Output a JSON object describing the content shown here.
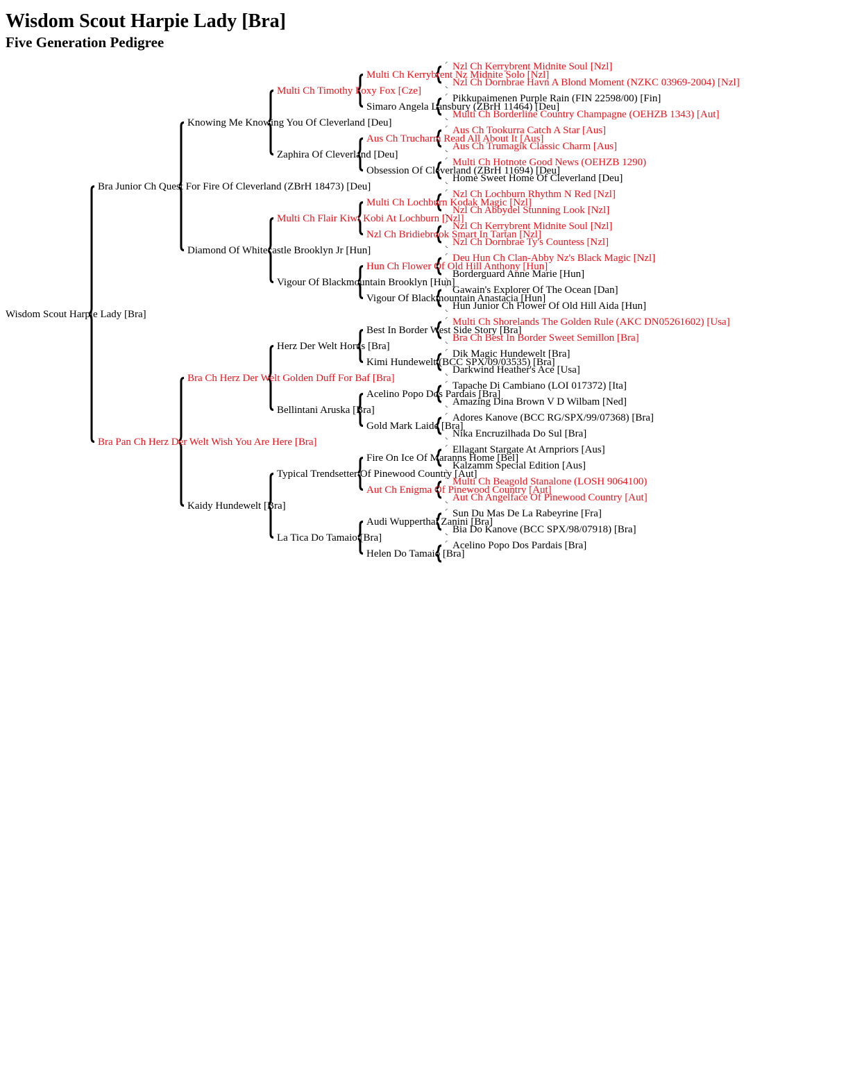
{
  "title": "Wisdom Scout Harpie Lady [Bra]",
  "subtitle": "Five Generation Pedigree",
  "colors": {
    "champion": "#e8141c",
    "normal": "#000000"
  },
  "pedigree": {
    "name": "Wisdom Scout Harpie Lady [Bra]",
    "champion": false,
    "sire": {
      "name": "Bra Junior Ch Quest For Fire Of Cleverland (ZBrH 18473) [Deu]",
      "champion": false,
      "sire": {
        "name": "Knowing Me Knowing You Of Cleverland [Deu]",
        "champion": false,
        "sire": {
          "name": "Multi Ch Timothy Foxy Fox [Cze]",
          "champion": true,
          "sire": {
            "name": "Multi Ch Kerrybrent Nz Midnite Solo [Nzl]",
            "champion": true,
            "sire": {
              "name": "Nzl Ch Kerrybrent Midnite Soul [Nzl]",
              "champion": true
            },
            "dam": {
              "name": "Nzl Ch Dornbrae Havn A Blond Moment (NZKC 03969-2004) [Nzl]",
              "champion": true
            }
          },
          "dam": {
            "name": "Simaro Angela Lansbury (ZBrH 11464) [Deu]",
            "champion": false,
            "sire": {
              "name": "Pikkupaimenen Purple Rain (FIN 22598/00) [Fin]",
              "champion": false
            },
            "dam": {
              "name": "Multi Ch Borderline Country Champagne (OEHZB 1343) [Aut]",
              "champion": true
            }
          }
        },
        "dam": {
          "name": "Zaphira Of Cleverland [Deu]",
          "champion": false,
          "sire": {
            "name": "Aus Ch Trucharm Read All About It [Aus]",
            "champion": true,
            "sire": {
              "name": "Aus Ch Tookurra Catch A Star [Aus]",
              "champion": true
            },
            "dam": {
              "name": "Aus Ch Trumagik Classic Charm [Aus]",
              "champion": true
            }
          },
          "dam": {
            "name": "Obsession Of Cleverland (ZBrH 11694) [Deu]",
            "champion": false,
            "sire": {
              "name": "Multi Ch Hotnote Good News (OEHZB 1290)",
              "champion": true
            },
            "dam": {
              "name": "Home Sweet Home Of Cleverland [Deu]",
              "champion": false
            }
          }
        }
      },
      "dam": {
        "name": "Diamond Of Whitecastle Brooklyn Jr [Hun]",
        "champion": false,
        "sire": {
          "name": "Multi Ch Flair Kiwi Kobi At Lochburn [Nzl]",
          "champion": true,
          "sire": {
            "name": "Multi Ch Lochburn Kodak Magic [Nzl]",
            "champion": true,
            "sire": {
              "name": "Nzl Ch Lochburn Rhythm N Red [Nzl]",
              "champion": true
            },
            "dam": {
              "name": "Nzl Ch Abbydel Stunning Look [Nzl]",
              "champion": true
            }
          },
          "dam": {
            "name": "Nzl Ch Bridiebrook Smart In Tartan [Nzl]",
            "champion": true,
            "sire": {
              "name": "Nzl Ch Kerrybrent Midnite Soul [Nzl]",
              "champion": true
            },
            "dam": {
              "name": "Nzl Ch Dornbrae Ty's Countess [Nzl]",
              "champion": true
            }
          }
        },
        "dam": {
          "name": "Vigour Of Blackmountain Brooklyn [Hun]",
          "champion": false,
          "sire": {
            "name": "Hun Ch Flower Of Old Hill Anthony [Hun]",
            "champion": true,
            "sire": {
              "name": "Deu Hun Ch Clan-Abby Nz's Black Magic [Nzl]",
              "champion": true
            },
            "dam": {
              "name": "Borderguard Anne Marie [Hun]",
              "champion": false
            }
          },
          "dam": {
            "name": "Vigour Of Blackmountain Anastacia [Hun]",
            "champion": false,
            "sire": {
              "name": "Gawain's Explorer Of The Ocean [Dan]",
              "champion": false
            },
            "dam": {
              "name": "Hun Junior Ch Flower Of Old Hill Aida [Hun]",
              "champion": false
            }
          }
        }
      }
    },
    "dam": {
      "name": "Bra Pan Ch Herz Der Welt Wish You Are Here [Bra]",
      "champion": true,
      "sire": {
        "name": "Bra Ch Herz Der Welt Golden Duff For Baf [Bra]",
        "champion": true,
        "sire": {
          "name": "Herz Der Welt Horus [Bra]",
          "champion": false,
          "sire": {
            "name": "Best In Border West Side Story [Bra]",
            "champion": false,
            "sire": {
              "name": "Multi Ch Shorelands The Golden Rule (AKC DN05261602) [Usa]",
              "champion": true
            },
            "dam": {
              "name": "Bra Ch Best In Border Sweet Semillon [Bra]",
              "champion": true
            }
          },
          "dam": {
            "name": "Kimi Hundewelt (BCC SPX/09/03535) [Bra]",
            "champion": false,
            "sire": {
              "name": "Dik Magic Hundewelt [Bra]",
              "champion": false
            },
            "dam": {
              "name": "Darkwind Heather's Ace [Usa]",
              "champion": false
            }
          }
        },
        "dam": {
          "name": "Bellintani Aruska [Bra]",
          "champion": false,
          "sire": {
            "name": "Acelino Popo Dos Pardais [Bra]",
            "champion": false,
            "sire": {
              "name": "Tapache Di Cambiano (LOI 017372) [Ita]",
              "champion": false
            },
            "dam": {
              "name": "Amazing Dina Brown V D Wilbam [Ned]",
              "champion": false
            }
          },
          "dam": {
            "name": "Gold Mark Laide [Bra]",
            "champion": false,
            "sire": {
              "name": "Adores Kanove (BCC RG/SPX/99/07368) [Bra]",
              "champion": false
            },
            "dam": {
              "name": "Nika Encruzilhada Do Sul [Bra]",
              "champion": false
            }
          }
        }
      },
      "dam": {
        "name": "Kaidy Hundewelt [Bra]",
        "champion": false,
        "sire": {
          "name": "Typical Trendsetter Of Pinewood Country [Aut]",
          "champion": false,
          "sire": {
            "name": "Fire On Ice Of Maranns Home [Bel]",
            "champion": false,
            "sire": {
              "name": "Ellagant Stargate At Arnpriors [Aus]",
              "champion": false
            },
            "dam": {
              "name": "Kalzamm Special Edition [Aus]",
              "champion": false
            }
          },
          "dam": {
            "name": "Aut Ch Enigma Of Pinewood Country [Aut]",
            "champion": true,
            "sire": {
              "name": "Multi Ch Beagold Stanalone (LOSH 9064100)",
              "champion": true
            },
            "dam": {
              "name": "Aut Ch Angelface Of Pinewood Country [Aut]",
              "champion": true
            }
          }
        },
        "dam": {
          "name": "La Tica Do Tamaio [Bra]",
          "champion": false,
          "sire": {
            "name": "Audi Wupperthal Zanini [Bra]",
            "champion": false,
            "sire": {
              "name": "Sun Du Mas De La Rabeyrine [Fra]",
              "champion": false
            },
            "dam": {
              "name": "Bia Do Kanove (BCC SPX/98/07918) [Bra]",
              "champion": false
            }
          },
          "dam": {
            "name": "Helen Do Tamaio [Bra]",
            "champion": false,
            "sire": {
              "name": "Acelino Popo Dos Pardais [Bra]",
              "champion": false
            },
            "dam": null
          }
        }
      }
    }
  }
}
